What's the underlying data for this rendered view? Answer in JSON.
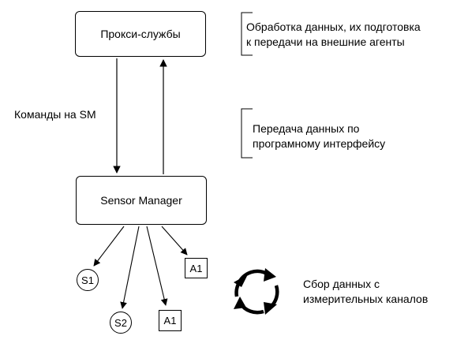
{
  "nodes": {
    "proxy_label": "Прокси-службы",
    "sensor_manager_label": "Sensor Manager",
    "s1_label": "S1",
    "s2_label": "S2",
    "a1_right_label": "A1",
    "a1_bottom_label": "A1"
  },
  "edges": {
    "commands_label": "Команды на SM"
  },
  "annotations": {
    "proxy_note_line1": "Обработка данных, их подготовка",
    "proxy_note_line2": "к передачи на внешние агенты",
    "api_note_line1": "Передача данных по",
    "api_note_line2": "програмному интерфейсу",
    "collection_note_line1": "Сбор данных с",
    "collection_note_line2": "измерительных каналов"
  },
  "icons": {
    "cycle": "cycle-arrows-icon"
  }
}
